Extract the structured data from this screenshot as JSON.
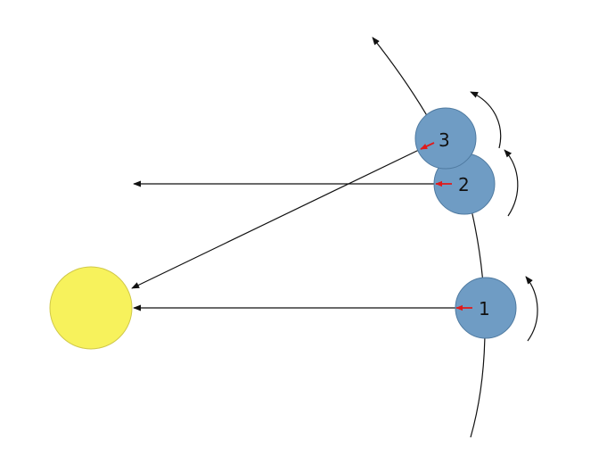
{
  "diagram": {
    "positions": [
      {
        "label": "1"
      },
      {
        "label": "2"
      },
      {
        "label": "3"
      }
    ],
    "colors": {
      "sun_fill": "#f7f25c",
      "sun_stroke": "#d0c84a",
      "planet_fill": "#6f9cc4",
      "planet_stroke": "#4f7aa0",
      "marker": "#e01a1a",
      "line": "#111111"
    }
  }
}
